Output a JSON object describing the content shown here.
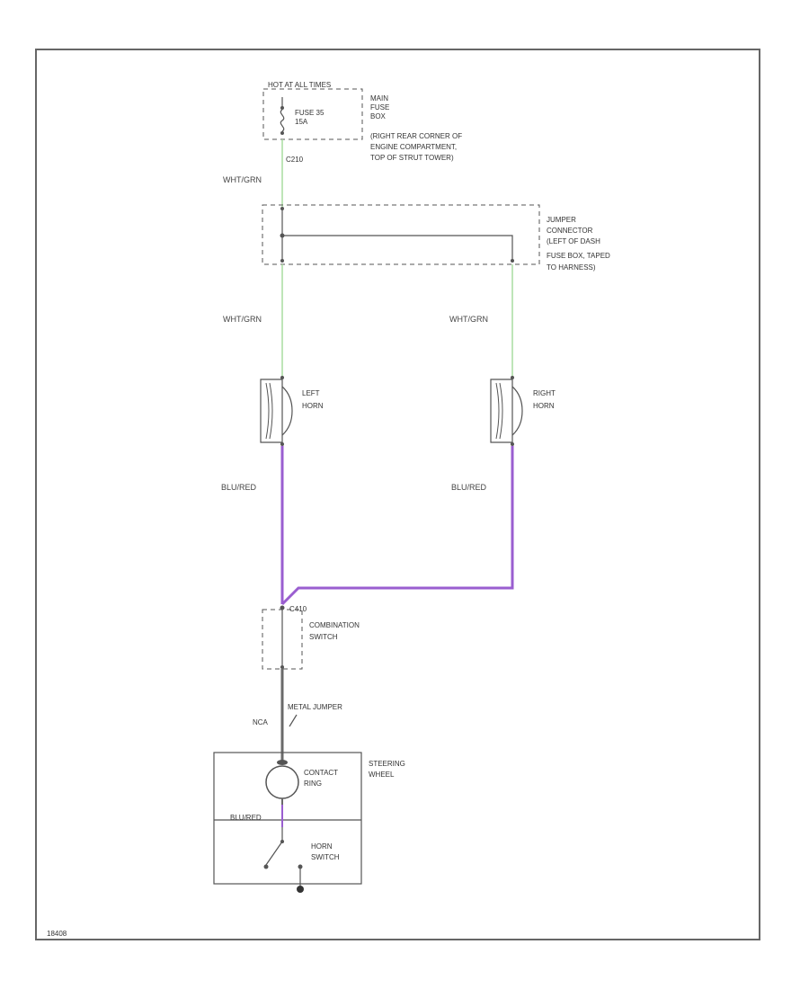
{
  "hotline": "HOT AT ALL TIMES",
  "fuse": {
    "line1": "FUSE 35",
    "line2": "15A"
  },
  "fuse_box": [
    "MAIN",
    "FUSE",
    "BOX",
    "(RIGHT REAR CORNER OF",
    "ENGINE COMPARTMENT,",
    "TOP OF STRUT TOWER)"
  ],
  "connector_top": "C210",
  "wires": {
    "top": "WHT/GRN",
    "left_mid": "WHT/GRN",
    "right_mid": "WHT/GRN",
    "left_bottom": "BLU/RED",
    "right_bottom": "BLU/RED",
    "inner": "BLU/RED"
  },
  "jumper": [
    "JUMPER",
    "CONNECTOR",
    "(LEFT OF DASH",
    "FUSE BOX, TAPED",
    "TO HARNESS)"
  ],
  "left_horn": [
    "LEFT",
    "HORN"
  ],
  "right_horn": [
    "RIGHT",
    "HORN"
  ],
  "connector_switch": "C410",
  "combination_switch": [
    "COMBINATION",
    "SWITCH"
  ],
  "metal_jumper": "METAL JUMPER",
  "nca": "NCA",
  "contact_ring": [
    "CONTACT",
    "RING"
  ],
  "steering_wheel": [
    "STEERING",
    "WHEEL"
  ],
  "horn_switch": [
    "HORN",
    "SWITCH"
  ],
  "figure_id": "18408",
  "colors": {
    "wht_grn": "#a9dca0",
    "blu_red": "#9a5ed0",
    "line": "#555555",
    "gray_bar": "#6a6a6a"
  }
}
